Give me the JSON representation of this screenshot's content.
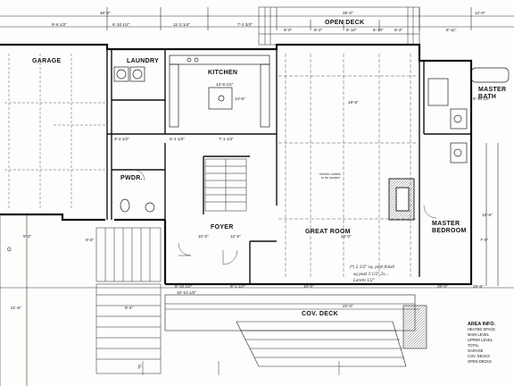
{
  "rooms": {
    "open_deck": "OPEN DECK",
    "garage": "GARAGE",
    "laundry": "LAUNDRY",
    "kitchen": "KITCHEN",
    "master_bath": "MASTER\nBATH",
    "pwdr": "PWDR.",
    "foyer": "FOYER",
    "great_room": "GREAT ROOM",
    "master_bedroom": "MASTER\nBEDROOM",
    "cov_deck": "COV. DECK"
  },
  "top_dimensions": [
    "46'-0\"",
    "11'-2 1/4\"",
    "7'-2 3/4\"",
    "25'-0\"",
    "12'-0\"",
    "9'-6 1/2\"",
    "6'-10 1/2\"",
    "8'-0\"",
    "8'-2\"",
    "6'-10\"",
    "6'-10\"",
    "8'-2\"",
    "8'-11\""
  ],
  "interior_dimensions": [
    "14'-6 1/2\"",
    "14'-6\"",
    "3'-2 1/2\"",
    "5'-1 1/2\"",
    "7'-1 1/2\"",
    "10'-0\"",
    "12'-6\"",
    "10'-10 1/2\"",
    "22'-0\"",
    "19'-6\"",
    "9'-0\"",
    "5'-10 1/2\"",
    "7'-5\""
  ],
  "bottom_dimensions": [
    "21'-6\"",
    "9'-4\"",
    "8'-10 1/2\"",
    "9'-1 1/2\"",
    "10'-0\"",
    "22'-0\"",
    "26'-0\"",
    "9'-6\"",
    "12'-6\"",
    "25'-6\""
  ],
  "grid_labels": [
    "F",
    "G"
  ],
  "handwritten_note": [
    "Kitchen outlets",
    "to be located",
    "(*) 2 1/2\" sq. post finish",
    "sq post 3 1/2\" 2x...",
    "Lorem 1/2\""
  ],
  "area_info": {
    "title": "AREA INFO.",
    "rows": [
      "HEATED SPACE",
      "MAIN LEVEL",
      "UPPER LEVEL",
      "TOTAL",
      "GARAGE",
      "COV. DECKS",
      "OPEN DECKS"
    ]
  },
  "colors": {
    "line": "#1a1a1a",
    "dashed": "#4a4a4a",
    "paper": "#fdfdfb"
  }
}
